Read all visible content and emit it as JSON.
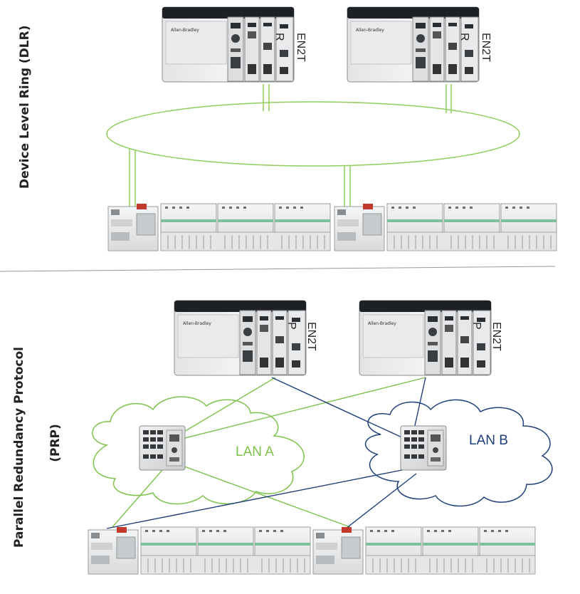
{
  "sections": {
    "dlr": {
      "title": "Device Level Ring (DLR)"
    },
    "prp": {
      "title_line1": "Parallel Redundancy Protocol",
      "title_line2": "(PRP)"
    }
  },
  "controllers": {
    "dlr_left": {
      "module_tag": "R",
      "module_name": "EN2T"
    },
    "dlr_right": {
      "module_tag": "R",
      "module_name": "EN2T"
    },
    "prp_left": {
      "module_tag": "P",
      "module_name": "EN2T"
    },
    "prp_right": {
      "module_tag": "P",
      "module_name": "EN2T"
    }
  },
  "networks": {
    "lan_a": {
      "label": "LAN A",
      "color": "#7dc24b"
    },
    "lan_b": {
      "label": "LAN B",
      "color": "#1f3f7a"
    }
  },
  "colors": {
    "ring": "#8fce5a",
    "separator": "#9a9a9a"
  },
  "icons": [
    "chassis-controller-icon",
    "io-rack-icon",
    "ethernet-switch-icon",
    "cloud-icon"
  ]
}
